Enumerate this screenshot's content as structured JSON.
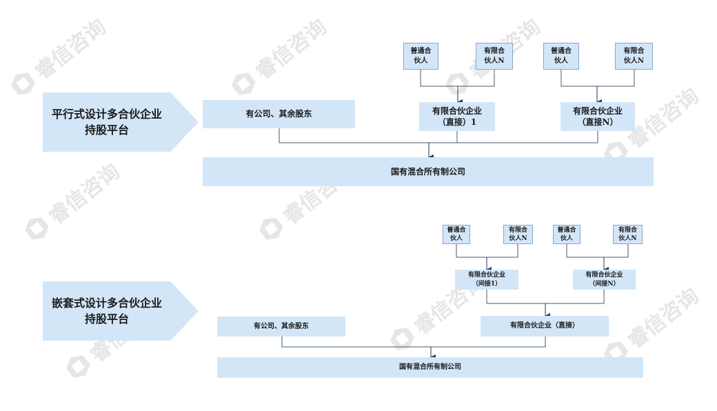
{
  "watermark": "睿信咨询",
  "section1": {
    "label": "平行式设计多合伙企业\n持股平台",
    "shareholders": "有公司、其余股东",
    "gp_1": "普通合\n伙人",
    "lp_1": "有限合\n伙人N",
    "gp_2": "普通合\n伙人",
    "lp_2": "有限合\n伙人N",
    "partnership_1": "有限合伙企业\n（直接）1",
    "partnership_n": "有限合伙企业\n（直接N）",
    "company": "国有混合所有制公司"
  },
  "section2": {
    "label": "嵌套式设计多合伙企业\n持股平台",
    "shareholders": "有公司、其余股东",
    "gp_1": "普通合\n伙人",
    "lp_1": "有限合\n伙人N",
    "gp_2": "普通合\n伙人",
    "lp_2": "有限合\n伙人N",
    "indirect_1": "有限合伙企业\n（间接1）",
    "indirect_n": "有限合伙企业\n（间接N）",
    "direct": "有限合伙企业（直接）",
    "company": "国有混合所有制公司"
  }
}
